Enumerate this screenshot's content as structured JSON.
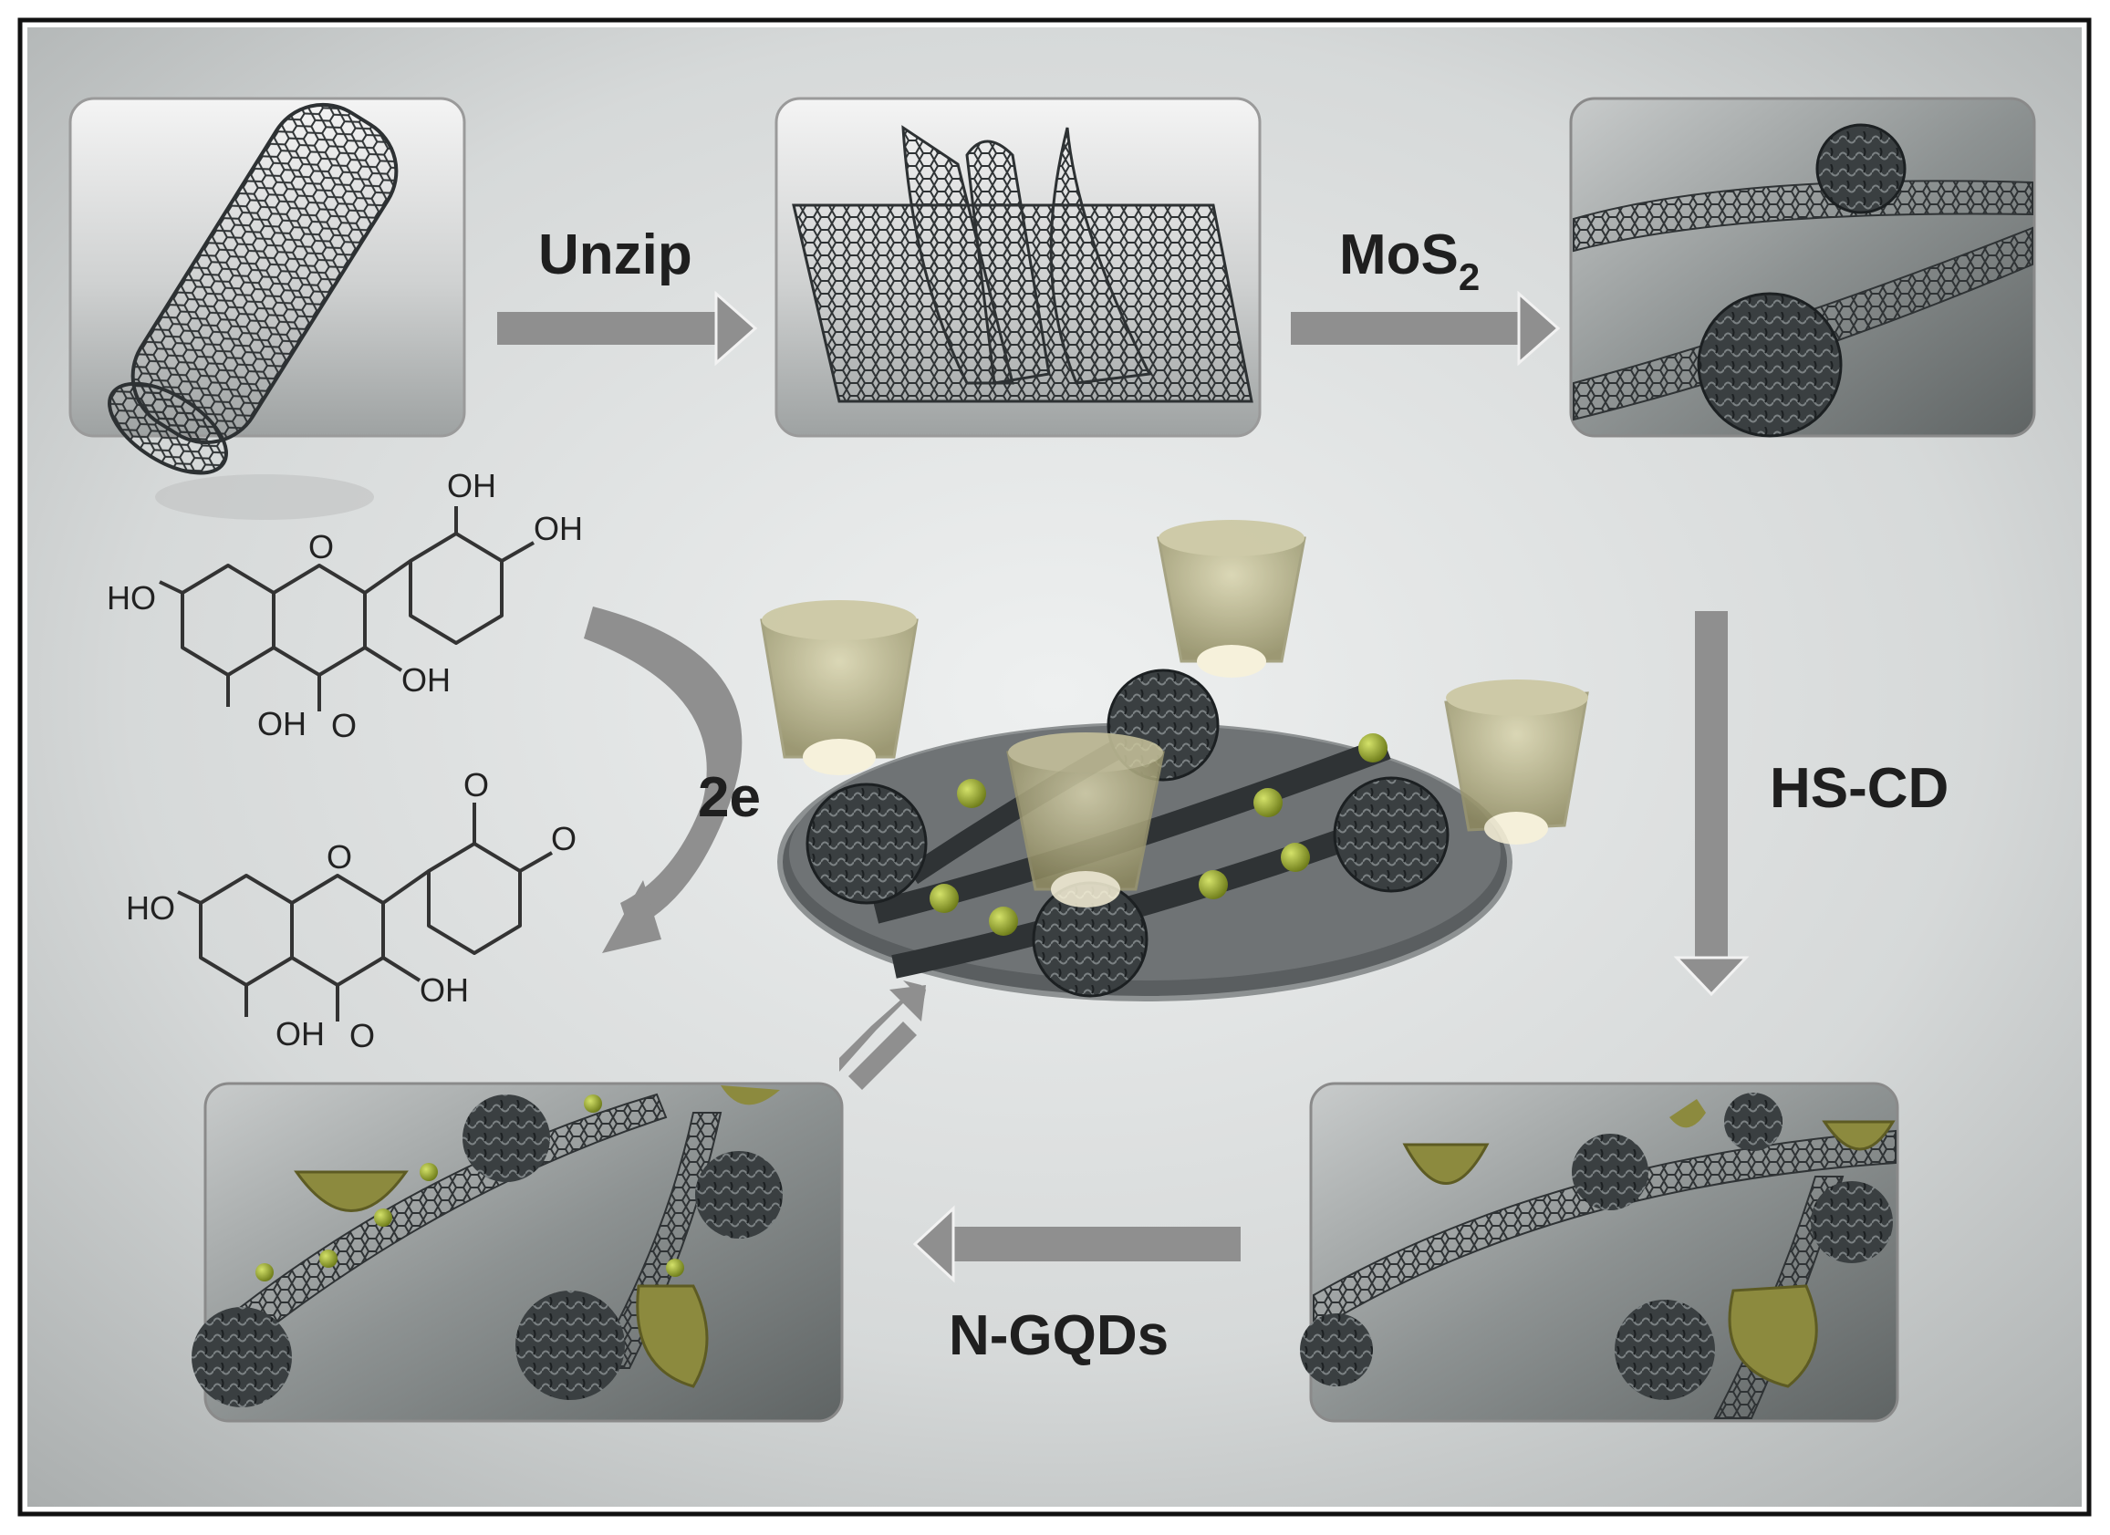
{
  "steps": {
    "unzip": "Unzip",
    "mos2_main": "MoS",
    "mos2_sub": "2",
    "hscd": "HS-CD",
    "ngqds": "N-GQDs",
    "two_e": "2e"
  },
  "molecules": {
    "quercetin": {
      "ho_7": "HO",
      "oh_5": "OH",
      "o_4": "O",
      "oh_3": "OH",
      "oh_3p": "OH",
      "oh_4p": "OH",
      "ring_o": "O"
    },
    "quinone": {
      "ho_7": "HO",
      "oh_5": "OH",
      "o_4": "O",
      "oh_3": "OH",
      "o_3p": "O",
      "o_4p": "O",
      "ring_o": "O"
    }
  },
  "colors": {
    "background_center": "#e9ebeb",
    "background_edge": "#a9adad",
    "arrow": "#8f8f8f",
    "cnt": "#3d4143",
    "mos2": "#2f3436",
    "cyclodextrin": "#b9b58a",
    "ngqd": "#9fae3c",
    "electrode": "#6f7375"
  }
}
